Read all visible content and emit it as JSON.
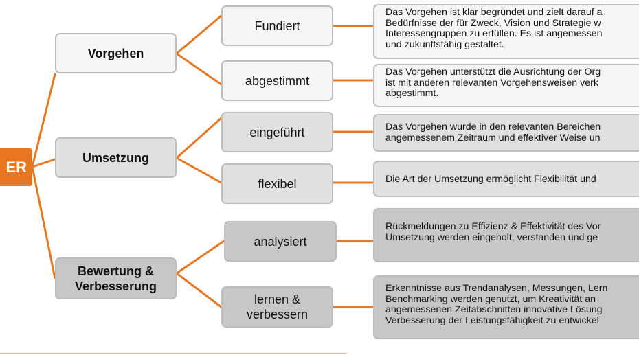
{
  "root": {
    "label": "ER"
  },
  "categories": [
    {
      "label": "Vorgehen",
      "items": [
        {
          "label": "Fundiert",
          "desc": [
            "Das Vorgehen ist klar begründet und zielt darauf a",
            "Bedürfnisse der für Zweck, Vision und Strategie w",
            "Interessengruppen zu erfüllen. Es ist angemessen",
            "und zukunftsfähig gestaltet."
          ]
        },
        {
          "label": "abgestimmt",
          "desc": [
            "Das Vorgehen unterstützt die Ausrichtung der Org",
            "ist mit anderen relevanten Vorgehensweisen verk",
            "abgestimmt."
          ]
        }
      ]
    },
    {
      "label": "Umsetzung",
      "items": [
        {
          "label": "eingeführt",
          "desc": [
            "Das Vorgehen wurde in den relevanten Bereichen",
            "angemessenem Zeitraum und effektiver Weise un"
          ]
        },
        {
          "label": "flexibel",
          "desc": [
            "Die Art der Umsetzung ermöglicht Flexibilität und"
          ]
        }
      ]
    },
    {
      "label": "Bewertung & Verbesserung",
      "label_lines": [
        "Bewertung &",
        "Verbesserung"
      ],
      "items": [
        {
          "label": "analysiert",
          "desc": [
            "Rückmeldungen zu Effizienz & Effektivität des Vor",
            "Umsetzung werden eingeholt, verstanden und ge"
          ]
        },
        {
          "label": "lernen & verbessern",
          "label_lines": [
            "lernen &",
            "verbessern"
          ],
          "desc": [
            "Erkenntnisse aus Trendanalysen, Messungen, Lern",
            "Benchmarking werden genutzt, um Kreativität an",
            "angemessenen Zeitabschnitten innovative Lösung",
            "Verbesserung der Leistungsfähigkeit zu entwickel"
          ]
        }
      ]
    }
  ],
  "colors": {
    "accent": "#e87722",
    "level1": "#f6f6f6",
    "level2": "#e0e0e0",
    "level3": "#c7c7c7",
    "border": "#bdbdbd"
  }
}
